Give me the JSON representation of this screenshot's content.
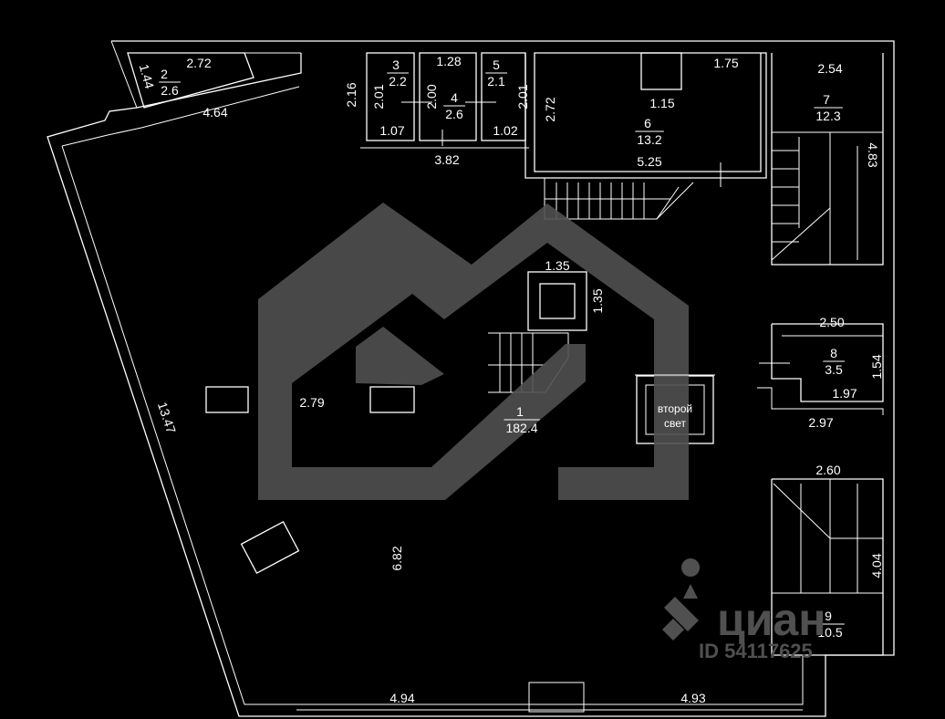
{
  "rooms": [
    {
      "number": "1",
      "area": "182.4"
    },
    {
      "number": "2",
      "area": "2.6"
    },
    {
      "number": "3",
      "area": "2.2"
    },
    {
      "number": "4",
      "area": "2.6"
    },
    {
      "number": "5",
      "area": "2.1"
    },
    {
      "number": "6",
      "area": "13.2"
    },
    {
      "number": "7",
      "area": "12.3"
    },
    {
      "number": "8",
      "area": "3.5"
    },
    {
      "number": "9",
      "area": "10.5"
    }
  ],
  "dimensions": {
    "room2_top": "2.72",
    "room2_side": "1.44",
    "room2_bottom": "4.64",
    "wc_height": "2.16",
    "room3_height": "2.01",
    "room3_width": "1.07",
    "room4_top": "1.28",
    "room4_height": "2.00",
    "room5_height": "2.01",
    "room5_width": "1.02",
    "wc_block_width": "3.82",
    "room6_height": "2.72",
    "room6_inner": "1.15",
    "room6_corner": "1.75",
    "room6_width": "5.25",
    "room7_width": "2.54",
    "room7_height": "4.83",
    "opening_width": "1.35",
    "opening_height": "1.35",
    "hall_mid": "2.79",
    "room8_top": "2.50",
    "room8_height": "1.54",
    "room8_bottom": "1.97",
    "corridor_width": "2.97",
    "room9_width": "2.60",
    "room9_height": "4.04",
    "left_wall": "13.47",
    "center_depth": "6.82",
    "bottom_left": "4.94",
    "bottom_right": "4.93"
  },
  "annotations": {
    "second_light_line1": "второй",
    "second_light_line2": "свет"
  },
  "watermark": {
    "brand": "циан",
    "id": "ID 54117625"
  },
  "colors": {
    "background": "#000000",
    "lines": "#ffffff",
    "watermark": "#505050"
  }
}
